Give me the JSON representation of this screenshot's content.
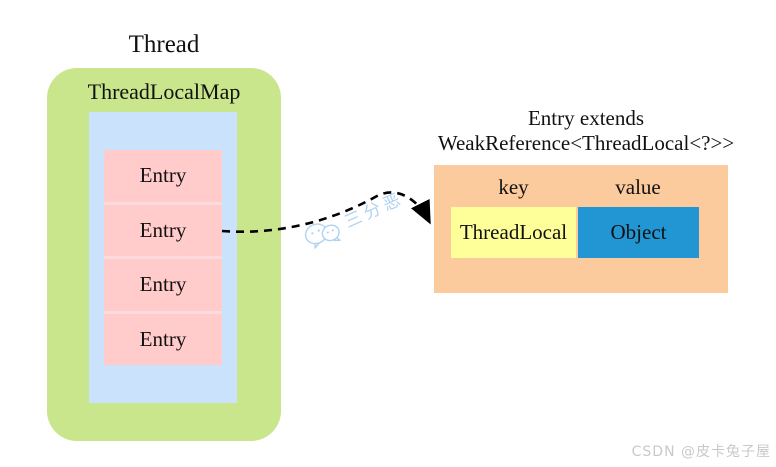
{
  "colors": {
    "green": "#c9e68c",
    "light_blue": "#cae2fb",
    "pink": "#ffcccb",
    "pink_separator": "#fbdbdb",
    "orange": "#fbca9d",
    "yellow": "#ffff99",
    "blue": "#2196d3",
    "arrow": "#000000",
    "watermark_blue": "#aed3f2",
    "footer_gray": "#c9c9c9"
  },
  "thread": {
    "title": "Thread",
    "map_label": "ThreadLocalMap",
    "entries": [
      "Entry",
      "Entry",
      "Entry",
      "Entry"
    ]
  },
  "entry_detail": {
    "caption_line1": "Entry extends",
    "caption_line2": "WeakReference<ThreadLocal<?>>",
    "key_label": "key",
    "value_label": "value",
    "key_cell": "ThreadLocal",
    "value_cell": "Object"
  },
  "watermark": {
    "text": "三分恶",
    "icon": "wechat-icon"
  },
  "footer": {
    "credit": "CSDN @皮卡兔子屋"
  }
}
